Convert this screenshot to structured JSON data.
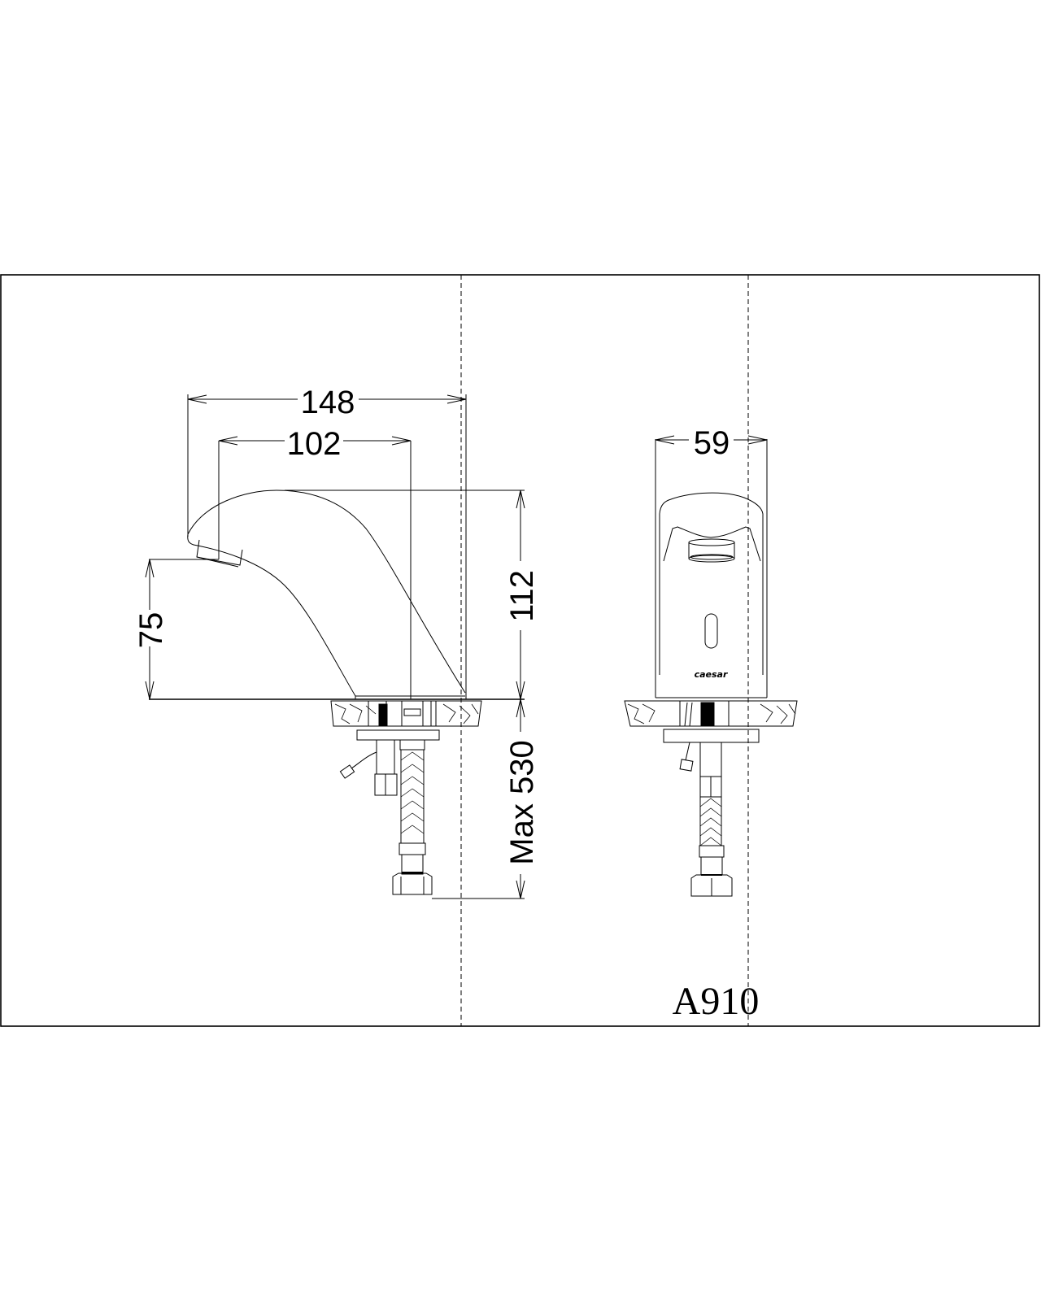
{
  "drawing": {
    "model": "A910",
    "brand_label": "caesar",
    "line_color": "#000000",
    "background": "#ffffff",
    "views": {
      "side": {
        "dimensions": {
          "overall_reach": "148",
          "spout_to_center": "102",
          "spout_height": "75",
          "body_height": "112",
          "hose_length": "Max 530"
        }
      },
      "front": {
        "dimensions": {
          "body_width": "59"
        }
      }
    }
  }
}
